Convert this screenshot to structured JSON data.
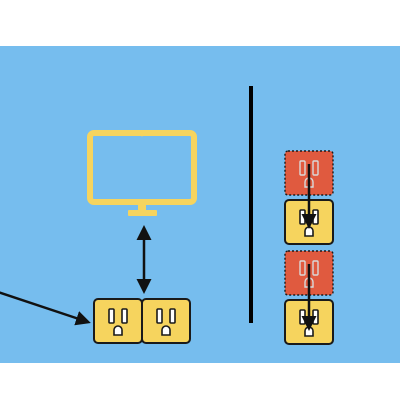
{
  "colors": {
    "page_background": "#ffffff",
    "panel_background": "#76bdee",
    "monitor": "#f6d45e",
    "outlet_fill": "#f6d45e",
    "outlet_stroke": "#1a1a1a",
    "blocked_outlet_fill": "#e05a3f",
    "blocked_outlet_stroke": "#1a1a1a",
    "arrow": "#111111",
    "divider": "#000000"
  },
  "diagram": {
    "left_scene": {
      "monitor": {
        "icon": "monitor-icon"
      },
      "double_arrow": {
        "icon": "double-arrow-icon"
      },
      "pointer_arrow": {
        "icon": "pointer-arrow-icon"
      },
      "outlets": [
        {
          "icon": "outlet-icon",
          "state": "normal"
        },
        {
          "icon": "outlet-icon",
          "state": "normal"
        }
      ]
    },
    "divider": {
      "icon": "vertical-divider"
    },
    "right_scene": {
      "stacks": [
        {
          "top": {
            "icon": "blocked-outlet-icon",
            "state": "covered"
          },
          "bottom": {
            "icon": "outlet-icon",
            "state": "normal"
          },
          "arrow": {
            "icon": "down-arrow-icon"
          }
        },
        {
          "top": {
            "icon": "blocked-outlet-icon",
            "state": "covered"
          },
          "bottom": {
            "icon": "outlet-icon",
            "state": "normal"
          },
          "arrow": {
            "icon": "down-arrow-icon"
          }
        }
      ]
    }
  }
}
